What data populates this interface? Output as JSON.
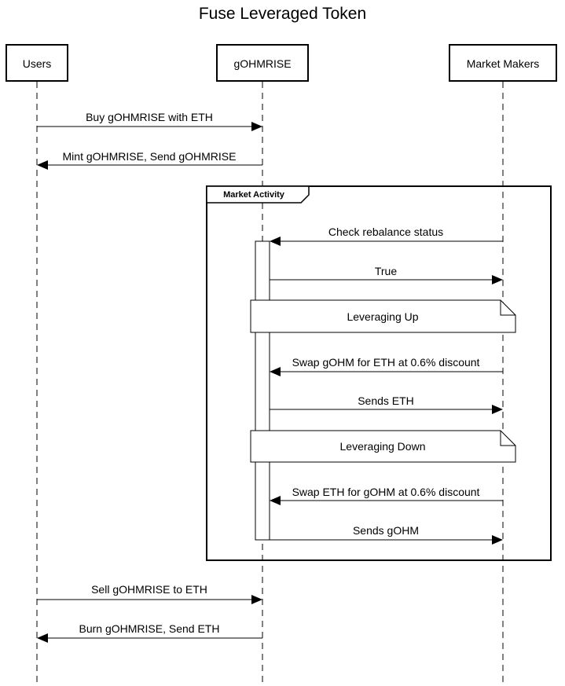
{
  "title": "Fuse Leveraged Token",
  "actors": {
    "users": "Users",
    "gohmrise": "gOHMRISE",
    "market_makers": "Market Makers"
  },
  "frame": {
    "label": "Market Activity"
  },
  "messages": {
    "buy": "Buy gOHMRISE with ETH",
    "mint": "Mint gOHMRISE, Send gOHMRISE",
    "check": "Check rebalance status",
    "true_reply": "True",
    "swap_gohm_for_eth": "Swap gOHM for ETH at 0.6% discount",
    "sends_eth": "Sends ETH",
    "swap_eth_for_gohm": "Swap ETH for gOHM at 0.6% discount",
    "sends_gohm": "Sends gOHM",
    "sell": "Sell gOHMRISE to ETH",
    "burn": "Burn gOHMRISE, Send ETH"
  },
  "notes": {
    "leveraging_up": "Leveraging Up",
    "leveraging_down": "Leveraging Down"
  }
}
